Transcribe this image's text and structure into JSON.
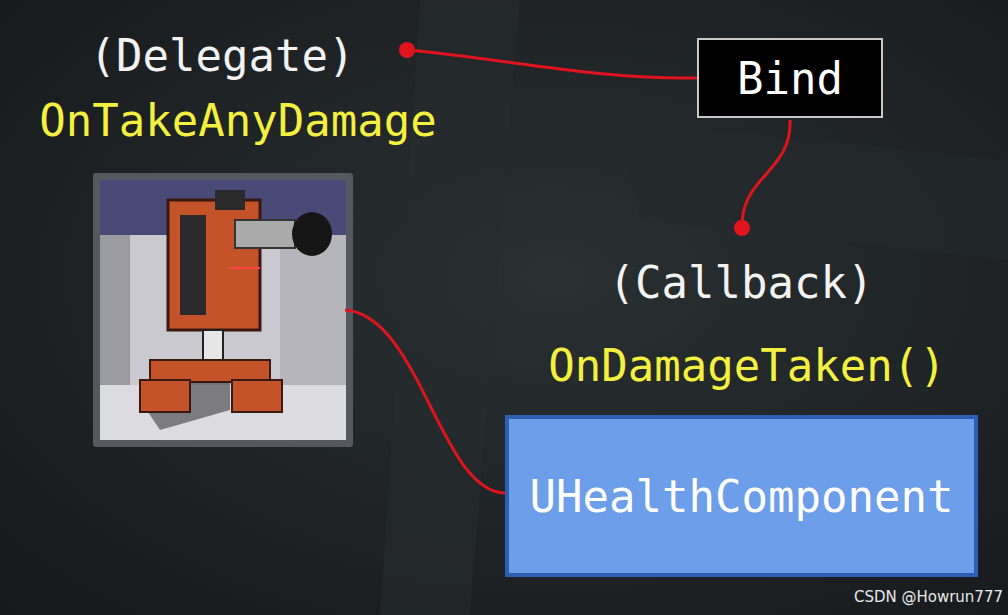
{
  "diagram": {
    "nodes": [
      {
        "text": [
          "Bind"
        ]
      },
      {
        "text": [
          "UHealthComponent"
        ]
      }
    ],
    "labels": [
      "(Delegate)",
      "OnTakeAnyDamage",
      "(Callback)",
      "OnDamageTaken()",
      "CSDN @Howrun777"
    ]
  }
}
